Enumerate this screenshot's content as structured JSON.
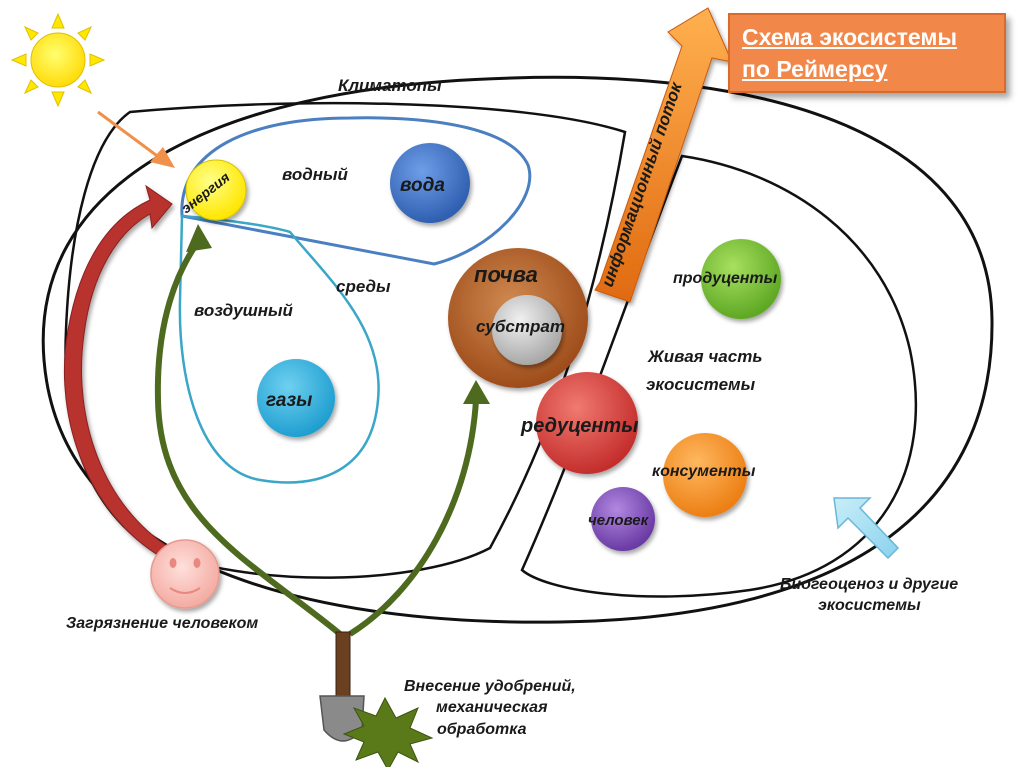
{
  "title": {
    "line1": "Схема экосистемы",
    "line2": "по Реймерсу"
  },
  "labels": {
    "klimatopy": "Климатопы",
    "energiya": "энергия",
    "vodny": "водный",
    "voda": "вода",
    "sredy": "среды",
    "vozdushny": "воздушный",
    "gazy": "газы",
    "pochva": "почва",
    "substrat": "субстрат",
    "info_potok": "информационный поток",
    "produtsenty": "продуценты",
    "zhivaya_1": "Живая часть",
    "zhivaya_2": "экосистемы",
    "redutsenty": "редуценты",
    "konsumenty": "консументы",
    "chelovek": "человек",
    "biogeotsenoz_1": "Биогеоценоз и другие",
    "biogeotsenoz_2": "экосистемы",
    "zagryaznenie": "Загрязнение человеком",
    "vnesenie_1": "Внесение удобрений,",
    "vnesenie_2": "механическая",
    "vnesenie_3": "обработка"
  },
  "colors": {
    "water_ball": "#2f5fb0",
    "gas_ball": "#1f9fd0",
    "energy_ball": "#ffee00",
    "soil_ring": "#a8501a",
    "substrate_ball": "#b4b4b4",
    "producers_ball": "#6ab42c",
    "reducers_ball": "#d23a36",
    "consumers_ball": "#f08a1e",
    "human_ball": "#7a46b0",
    "pollution_face": "#f7b8b0",
    "info_arrow": "#f08a1e",
    "green_arrows": "#4d6a1e",
    "red_arrow": "#b8312f",
    "outline_blue": "#4a7fc1",
    "outline_cyan": "#3aa6c8"
  }
}
